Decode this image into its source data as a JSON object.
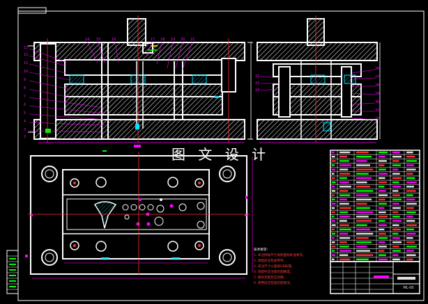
{
  "drawing": {
    "watermark_text": "图 文 设 计",
    "tech_notes_title": "技术要求：",
    "tech_notes": [
      "1. 未注倒角尺寸按照国标标准要求。",
      "2. 装配前应检查零件。",
      "3. 未注尺寸公差按GB处理。",
      "4. 装配时应注意装配精度。",
      "5. 模具装配后应试模。",
      "6. 使用前应检查装配情况。"
    ],
    "drawing_number": "ML-00",
    "colors": {
      "background": "#000000",
      "outline": "#ffffff",
      "hatch": "#ffffff",
      "centerline": "#ff3030",
      "dimension": "#c000c0",
      "leader": "#ff00ff",
      "accent_cyan": "#00e0ff",
      "accent_green": "#00ff00",
      "accent_yellow": "#ffff00"
    }
  }
}
